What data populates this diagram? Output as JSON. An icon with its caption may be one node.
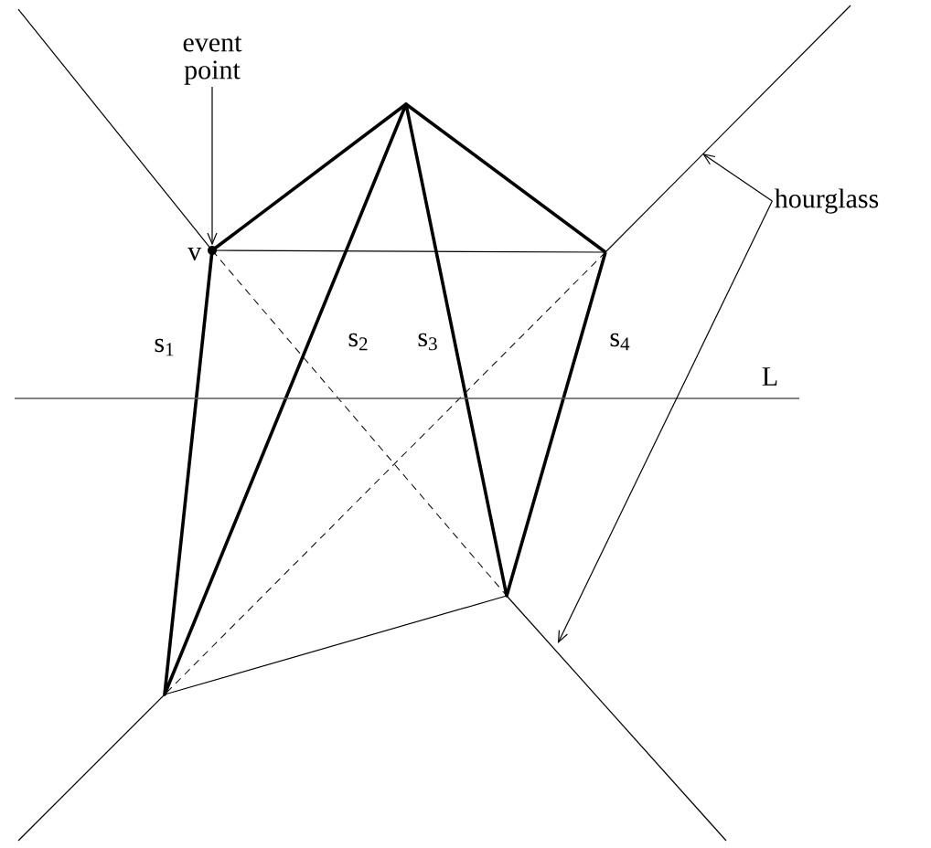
{
  "diagram": {
    "nodes": [
      {
        "text": [
          "event point"
        ]
      },
      {
        "text": [
          "hourglass"
        ]
      },
      {
        "text": [],
        "shape": "circle",
        "beside": [
          "v"
        ]
      }
    ],
    "edges": [
      {
        "from": 0,
        "to": 2,
        "arrow": "to"
      },
      {
        "from": 1,
        "to": null,
        "arrow": "to"
      },
      {
        "from": 1,
        "to": null,
        "arrow": "to"
      }
    ],
    "labels": [
      "s$_{1}$",
      "s$_{2}$",
      "s$_{3}$",
      "s$_{4}$",
      "L"
    ]
  }
}
